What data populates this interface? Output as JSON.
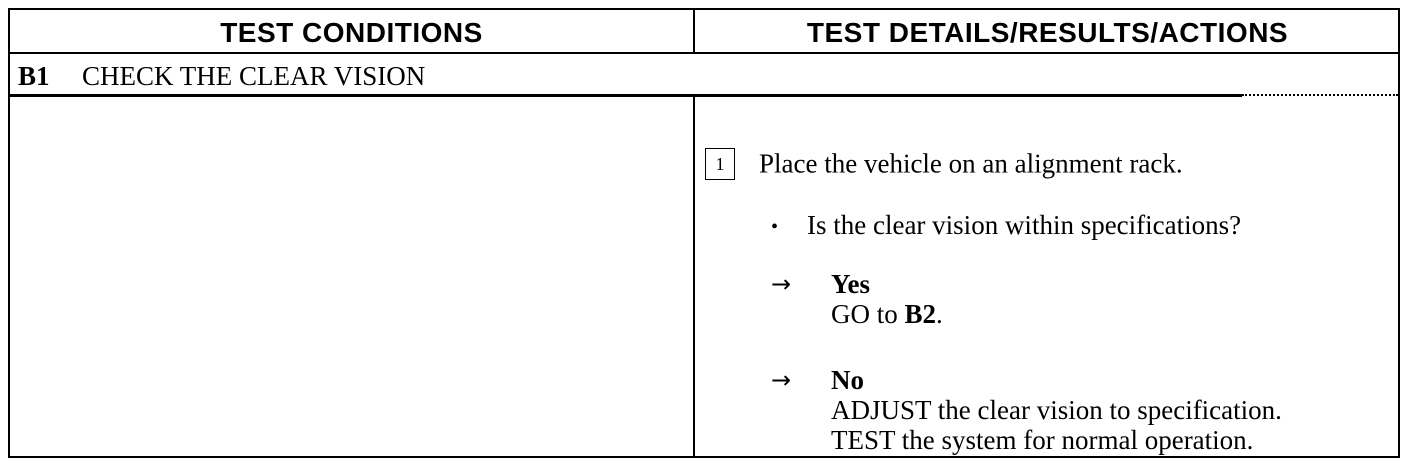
{
  "header": {
    "left": "TEST CONDITIONS",
    "right": "TEST DETAILS/RESULTS/ACTIONS"
  },
  "section": {
    "code": "B1",
    "title": "CHECK THE CLEAR VISION"
  },
  "step": {
    "number": "1",
    "text": "Place the vehicle on an alignment rack."
  },
  "question": {
    "bullet": "•",
    "text": "Is the clear vision within specifications?"
  },
  "answers": {
    "arrow": "→",
    "yes": {
      "title": "Yes",
      "action_prefix": "GO to ",
      "action_target": "B2",
      "action_suffix": "."
    },
    "no": {
      "title": "No",
      "line1": "ADJUST the clear vision to specification.",
      "line2": "TEST the system for normal operation."
    }
  }
}
